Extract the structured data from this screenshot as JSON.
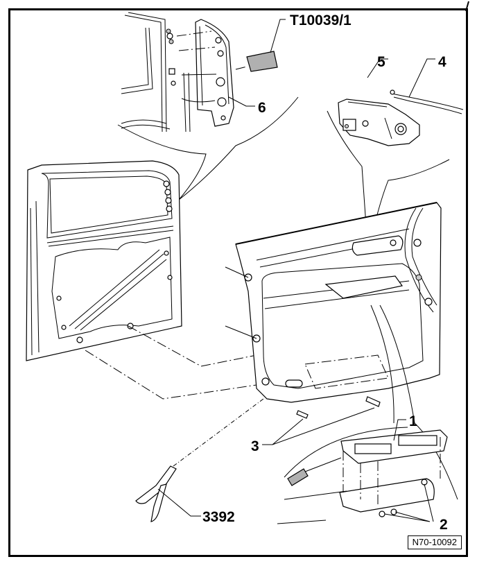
{
  "diagram": {
    "title": "Door trim panel removal — exploded view",
    "reference_number": "N70-10092",
    "callouts": [
      {
        "id": "c1",
        "label": "1"
      },
      {
        "id": "c2",
        "label": "2"
      },
      {
        "id": "c3",
        "label": "3"
      },
      {
        "id": "c4",
        "label": "4"
      },
      {
        "id": "c5",
        "label": "5"
      },
      {
        "id": "c6",
        "label": "6"
      },
      {
        "id": "tool1",
        "label": "T10039/1"
      },
      {
        "id": "tool2",
        "label": "3392"
      }
    ],
    "parts": {
      "door_shell": "door-shell",
      "trim_panel": "door-trim-panel",
      "window_switch": "window-switch-unit",
      "handle_assembly": "inner-door-handle",
      "trim_cover": "pillar-trim-cover",
      "release_tool": "release-wedge-tool",
      "pliers": "clip-pliers",
      "screwdriver": "screwdriver"
    }
  }
}
